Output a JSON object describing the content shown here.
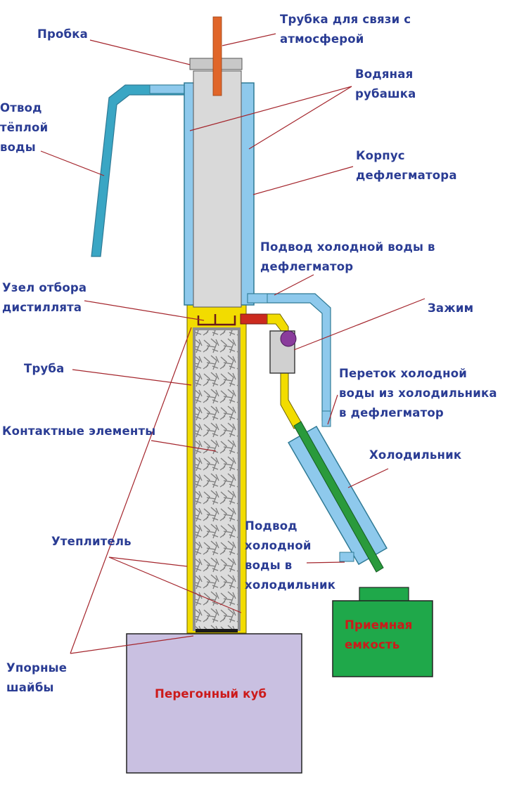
{
  "labels": {
    "probka": "Пробка",
    "trubka_svyazi": "Трубка для связи с\nатмосферой",
    "vodyanaya_rubashka": "Водяная\nрубашка",
    "otvod_tepl_vody": "Отвод\nтёплой\nводы",
    "korpus_deflegmatora": "Корпус\nдефлегматора",
    "podvod_v_deflegmator": "Подвод холодной воды в\nдефлегматор",
    "uzel_otbora": "Узел отбора\nдистиллята",
    "zazhim": "Зажим",
    "truba": "Труба",
    "peretok": "Переток холодной\nводы из холодильника\nв дефлегматор",
    "kontaktnye_elementy": "Контактные элементы",
    "kholodilnik": "Холодильник",
    "podvod_v_kholodilnik": "Подвод\nхолодной\nводы в\nхолодильник",
    "uteplitel": "Утеплитель",
    "upornye_shaiby": "Упорные\nшайбы",
    "priemnaya_emkost": "Приемная\nемкость",
    "peregonny_kub": "Перегонный куб"
  },
  "colors": {
    "label_text": "#2a3c94",
    "vessel_label_text": "#cc1a1a",
    "leader_line": "#a4252c",
    "water_jacket": "#8ec9ec",
    "pipe_outline": "#2f7a95",
    "inner_tube": "#d9d9d9",
    "insulation": "#f2dc00",
    "vent_tube": "#e0662a",
    "boiler": "#c9c0e1",
    "receiver": "#1fa84a",
    "cooler_inner": "#2a9a3c",
    "clamp": "#8a3c9c",
    "distillate_tap": "#cc2a1e"
  }
}
